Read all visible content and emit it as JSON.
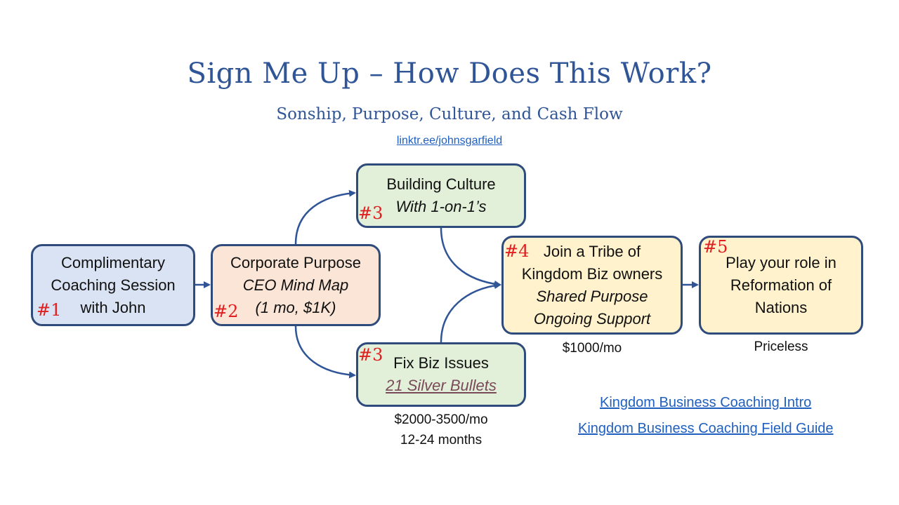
{
  "title": "Sign Me Up – How Does This Work?",
  "subtitle": "Sonship, Purpose, Culture, and Cash Flow",
  "top_link": "linktr.ee/johnsgarfield",
  "boxes": {
    "complimentary": {
      "badge": "#1",
      "lines": [
        "Complimentary",
        "Coaching Session",
        "with John"
      ]
    },
    "corporate": {
      "badge": "#2",
      "lines": [
        "Corporate Purpose",
        "CEO Mind Map",
        "(1 mo, $1K)"
      ]
    },
    "culture": {
      "badge": "#3",
      "lines": [
        "Building Culture",
        "With 1-on-1’s"
      ]
    },
    "fix": {
      "badge": "#3",
      "lines": [
        "Fix Biz Issues",
        "21 Silver Bullets"
      ]
    },
    "tribe": {
      "badge": "#4",
      "lines": [
        "Join a Tribe of",
        "Kingdom Biz owners",
        "Shared Purpose",
        "Ongoing Support"
      ]
    },
    "role": {
      "badge": "#5",
      "lines": [
        "Play your role in",
        "Reformation of",
        "Nations"
      ]
    }
  },
  "prices": {
    "fix": [
      "$2000-3500/mo",
      "12-24 months"
    ],
    "tribe": "$1000/mo",
    "role": "Priceless"
  },
  "links": {
    "intro": "Kingdom Business Coaching Intro",
    "field_guide": "Kingdom Business Coaching Field Guide"
  },
  "colors": {
    "accent": "#2f5597",
    "border": "#2f4b7c",
    "badge": "#e02020",
    "link": "#1f5fbf",
    "blue_box": "#dae3f3",
    "peach_box": "#fbe5d6",
    "green_box": "#e2f0d9",
    "yellow_box": "#fff2cc"
  }
}
